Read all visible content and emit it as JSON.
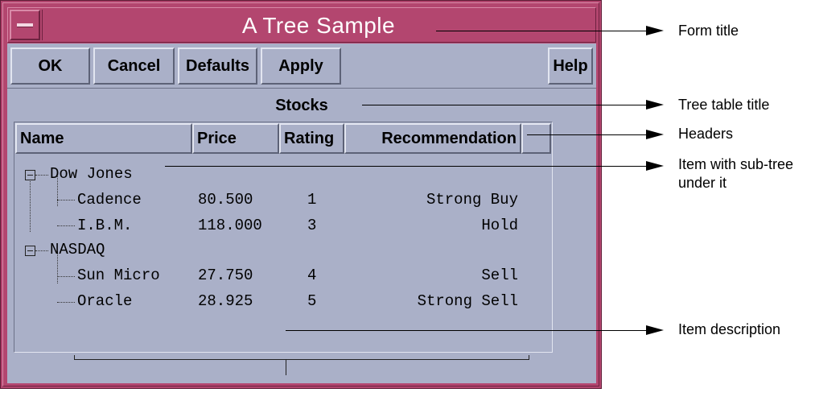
{
  "window": {
    "title": "A Tree Sample"
  },
  "toolbar": {
    "ok_label": "OK",
    "cancel_label": "Cancel",
    "defaults_label": "Defaults",
    "apply_label": "Apply",
    "help_label": "Help"
  },
  "tree": {
    "title": "Stocks",
    "headers": [
      "Name",
      "Price",
      "Rating",
      "Recommendation"
    ],
    "groups": [
      {
        "name": "Dow Jones",
        "items": [
          {
            "name": "Cadence",
            "price": "80.500",
            "rating": "1",
            "recommendation": "Strong Buy"
          },
          {
            "name": "I.B.M.",
            "price": "118.000",
            "rating": "3",
            "recommendation": "Hold"
          }
        ]
      },
      {
        "name": "NASDAQ",
        "items": [
          {
            "name": "Sun Micro",
            "price": "27.750",
            "rating": "4",
            "recommendation": "Sell"
          },
          {
            "name": "Oracle",
            "price": "28.925",
            "rating": "5",
            "recommendation": "Strong Sell"
          }
        ]
      }
    ]
  },
  "annotations": {
    "form_title": "Form title",
    "tree_table_title": "Tree table title",
    "headers": "Headers",
    "item_subtree_line1": "Item with sub-tree",
    "item_subtree_line2": "under it",
    "item_description": "Item description"
  },
  "colors": {
    "frame": "#b3466f",
    "client": "#aab0c8"
  },
  "icons": {
    "window_menu": "window-menu-icon",
    "collapse": "minus-box-icon"
  }
}
